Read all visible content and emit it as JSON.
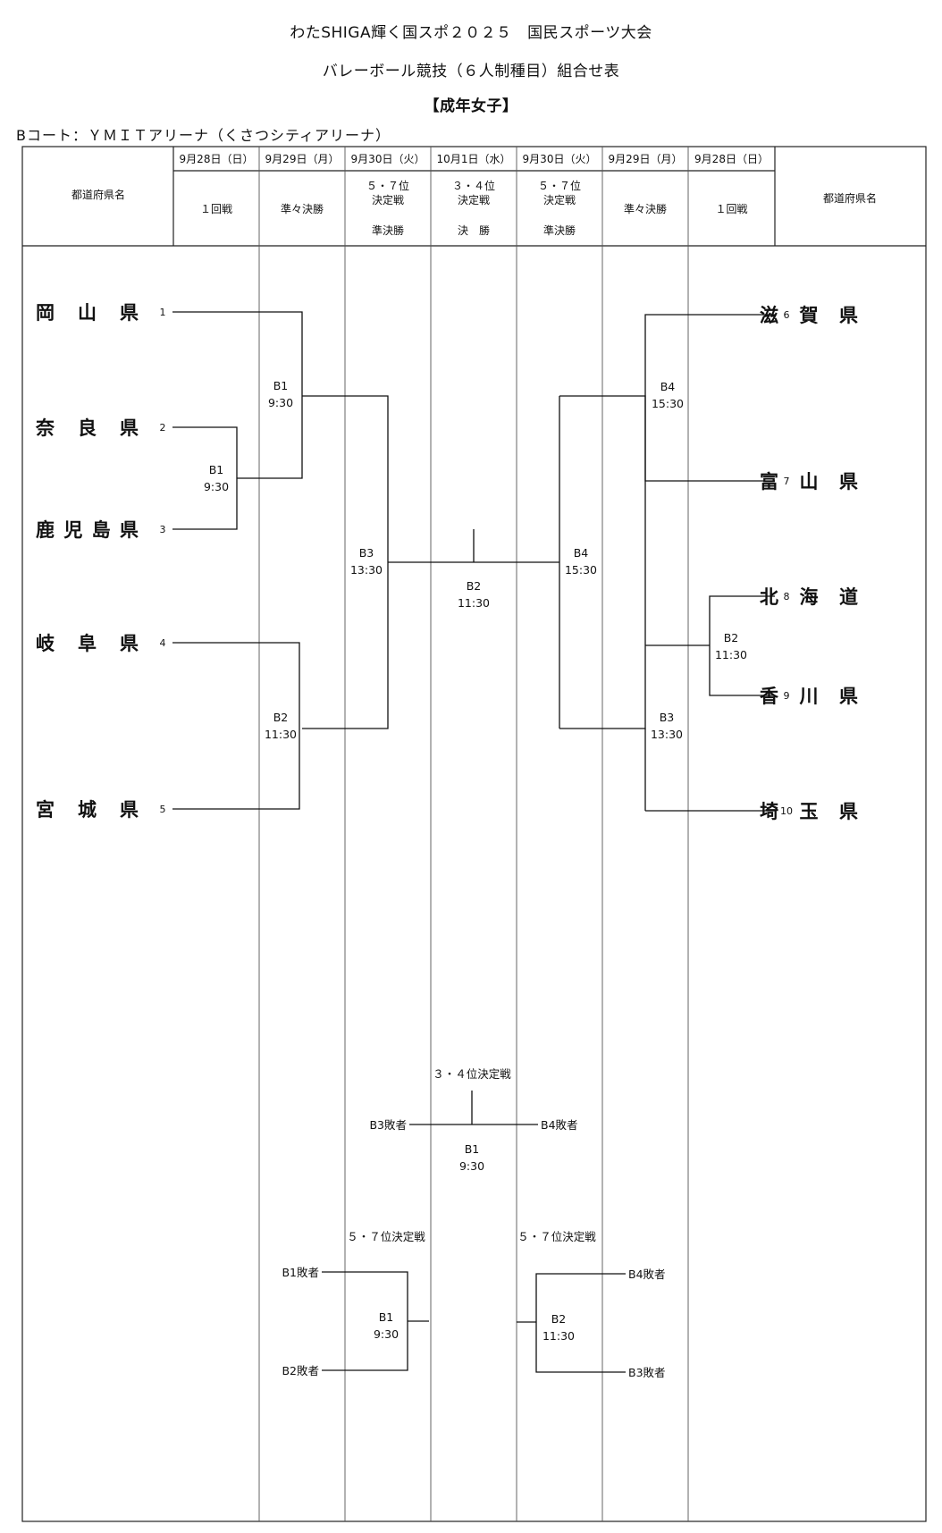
{
  "header": {
    "title_line1": "わたSHIGA輝く国スポ２０２５　国民スポーツ大会",
    "title_line2": "バレーボール競技（６人制種目）組合せ表",
    "title_line3": "【成年女子】",
    "court": "Bコート：ＹＭＩＴアリーナ（くさつシティアリーナ）"
  },
  "table_header": {
    "pref_col_label": "都道府県名",
    "columns": [
      {
        "date": "9月28日（日）",
        "round": [
          "１回戦"
        ]
      },
      {
        "date": "9月29日（月）",
        "round": [
          "準々決勝"
        ]
      },
      {
        "date": "9月30日（火）",
        "round": [
          "５・７位",
          "決定戦",
          "準決勝"
        ]
      },
      {
        "date": "10月1日（水）",
        "round": [
          "３・４位",
          "決定戦",
          "決　勝"
        ]
      },
      {
        "date": "9月30日（火）",
        "round": [
          "５・７位",
          "決定戦",
          "準決勝"
        ]
      },
      {
        "date": "9月29日（月）",
        "round": [
          "準々決勝"
        ]
      },
      {
        "date": "9月28日（日）",
        "round": [
          "１回戦"
        ]
      }
    ]
  },
  "teams_left": [
    {
      "seed": "1",
      "name": "岡　山　県"
    },
    {
      "seed": "2",
      "name": "奈　良　県"
    },
    {
      "seed": "3",
      "name": "鹿児島県"
    },
    {
      "seed": "4",
      "name": "岐　阜　県"
    },
    {
      "seed": "5",
      "name": "宮　城　県"
    }
  ],
  "teams_right": [
    {
      "seed": "6",
      "name": "滋　賀　県"
    },
    {
      "seed": "7",
      "name": "富　山　県"
    },
    {
      "seed": "8",
      "name": "北　海　道"
    },
    {
      "seed": "9",
      "name": "香　川　県"
    },
    {
      "seed": "10",
      "name": "埼　玉　県"
    }
  ],
  "matches": {
    "left_r1": {
      "code": "B1",
      "time": "9:30"
    },
    "left_qf1": {
      "code": "B1",
      "time": "9:30"
    },
    "left_qf2": {
      "code": "B2",
      "time": "11:30"
    },
    "left_sf": {
      "code": "B3",
      "time": "13:30"
    },
    "final": {
      "code": "B2",
      "time": "11:30"
    },
    "right_sf": {
      "code": "B4",
      "time": "15:30"
    },
    "right_qf1": {
      "code": "B4",
      "time": "15:30"
    },
    "right_r1": {
      "code": "B2",
      "time": "11:30"
    },
    "right_qf2": {
      "code": "B3",
      "time": "13:30"
    }
  },
  "third_place": {
    "label": "３・４位決定戦",
    "left": "B3敗者",
    "right": "B4敗者",
    "code": "B1",
    "time": "9:30"
  },
  "fifth_left": {
    "label": "５・７位決定戦",
    "top": "B1敗者",
    "bottom": "B2敗者",
    "code": "B1",
    "time": "9:30"
  },
  "fifth_right": {
    "label": "５・７位決定戦",
    "top": "B4敗者",
    "bottom": "B3敗者",
    "code": "B2",
    "time": "11:30"
  }
}
